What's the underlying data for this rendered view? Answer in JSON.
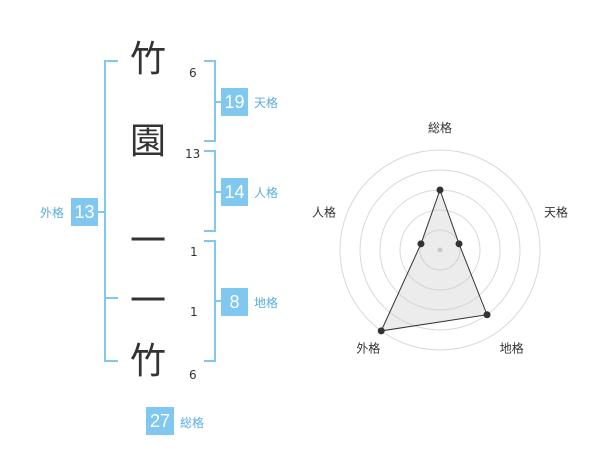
{
  "name": {
    "chars": [
      {
        "char": "竹",
        "strokes": "6"
      },
      {
        "char": "園",
        "strokes": "13"
      },
      {
        "char": "一",
        "strokes": "1"
      },
      {
        "char": "一",
        "strokes": "1"
      },
      {
        "char": "竹",
        "strokes": "6"
      }
    ]
  },
  "kakusu": {
    "tenkaku": {
      "value": "19",
      "label": "天格"
    },
    "jinkaku": {
      "value": "14",
      "label": "人格"
    },
    "chikaku": {
      "value": "8",
      "label": "地格"
    },
    "gaikaku": {
      "value": "13",
      "label": "外格"
    },
    "soukaku": {
      "value": "27",
      "label": "総格"
    }
  },
  "chart_data": {
    "type": "radar",
    "axes": [
      "総格",
      "天格",
      "地格",
      "外格",
      "人格"
    ],
    "values": [
      3,
      1,
      4,
      5,
      1
    ],
    "max": 5,
    "rings": 5
  },
  "colors": {
    "accent": "#80c8f0",
    "label": "#5aaee0",
    "text": "#333333"
  }
}
